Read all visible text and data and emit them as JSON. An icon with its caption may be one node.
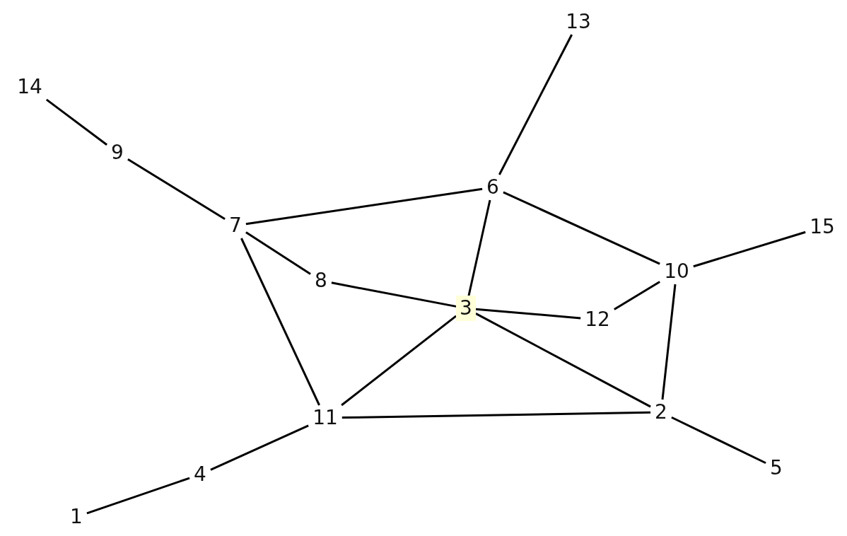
{
  "diagram": {
    "nodes": [
      {
        "text": [
          "13"
        ]
      },
      {
        "text": [
          "14"
        ]
      },
      {
        "text": [
          "9"
        ]
      },
      {
        "text": [
          "6"
        ]
      },
      {
        "text": [
          "7"
        ]
      },
      {
        "text": [
          "15"
        ]
      },
      {
        "text": [
          "10"
        ]
      },
      {
        "text": [
          "8"
        ]
      },
      {
        "text": [
          "3"
        ]
      },
      {
        "text": [
          "12"
        ]
      },
      {
        "text": [
          "11"
        ]
      },
      {
        "text": [
          "2"
        ]
      },
      {
        "text": [
          "5"
        ]
      },
      {
        "text": [
          "4"
        ]
      },
      {
        "text": [
          "1"
        ]
      }
    ],
    "edges": [
      {
        "from": 0,
        "to": 3,
        "arrow": "none"
      },
      {
        "from": 1,
        "to": 2,
        "arrow": "none"
      },
      {
        "from": 2,
        "to": 4,
        "arrow": "none"
      },
      {
        "from": 4,
        "to": 3,
        "arrow": "none"
      },
      {
        "from": 3,
        "to": 6,
        "arrow": "none"
      },
      {
        "from": 3,
        "to": 8,
        "arrow": "none"
      },
      {
        "from": 4,
        "to": 7,
        "arrow": "none"
      },
      {
        "from": 4,
        "to": 10,
        "arrow": "none"
      },
      {
        "from": 7,
        "to": 8,
        "arrow": "none"
      },
      {
        "from": 8,
        "to": 9,
        "arrow": "none"
      },
      {
        "from": 9,
        "to": 6,
        "arrow": "none"
      },
      {
        "from": 6,
        "to": 5,
        "arrow": "none"
      },
      {
        "from": 6,
        "to": 11,
        "arrow": "none"
      },
      {
        "from": 8,
        "to": 10,
        "arrow": "none"
      },
      {
        "from": 8,
        "to": 11,
        "arrow": "none"
      },
      {
        "from": 10,
        "to": 11,
        "arrow": "none"
      },
      {
        "from": 11,
        "to": 12,
        "arrow": "none"
      },
      {
        "from": 10,
        "to": 13,
        "arrow": "none"
      },
      {
        "from": 13,
        "to": 14,
        "arrow": "none"
      }
    ]
  }
}
